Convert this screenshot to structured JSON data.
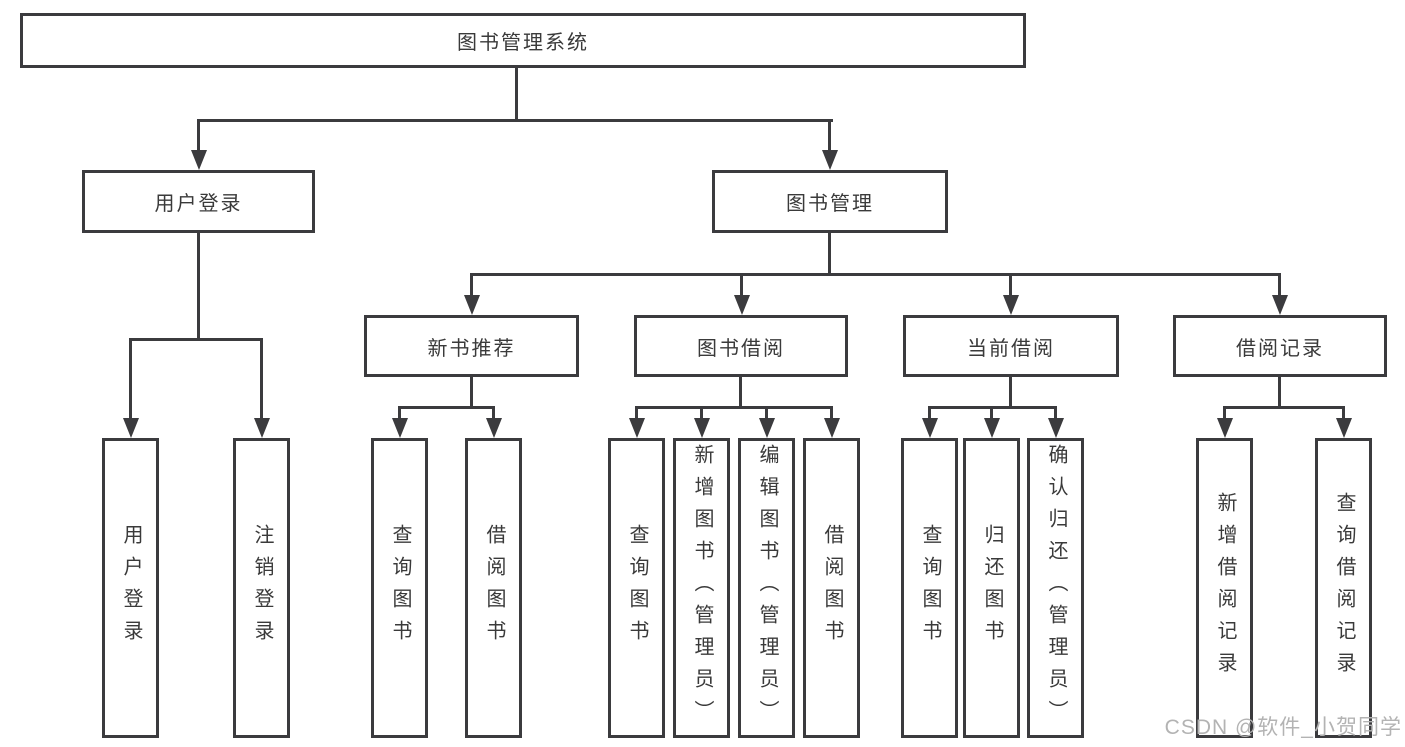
{
  "colors": {
    "line": "#3b3b3e",
    "text": "#3a3a3a",
    "watermark": "#b3b3b3",
    "background": "#ffffff"
  },
  "diagram": {
    "root": {
      "label": "图书管理系统"
    },
    "level2": [
      {
        "label": "用户登录"
      },
      {
        "label": "图书管理"
      }
    ],
    "level3": [
      {
        "label": "新书推荐"
      },
      {
        "label": "图书借阅"
      },
      {
        "label": "当前借阅"
      },
      {
        "label": "借阅记录"
      }
    ],
    "leaves": {
      "user_login": [
        {
          "label": "用户登录"
        },
        {
          "label": "注销登录"
        }
      ],
      "new_book_recommend": [
        {
          "label": "查询图书"
        },
        {
          "label": "借阅图书"
        }
      ],
      "book_borrow": [
        {
          "label": "查询图书"
        },
        {
          "label": "新增图书（管理员）"
        },
        {
          "label": "编辑图书（管理员）"
        },
        {
          "label": "借阅图书"
        }
      ],
      "current_borrow": [
        {
          "label": "查询图书"
        },
        {
          "label": "归还图书"
        },
        {
          "label": "确认归还（管理员）"
        }
      ],
      "borrow_record": [
        {
          "label": "新增借阅记录"
        },
        {
          "label": "查询借阅记录"
        }
      ]
    }
  },
  "watermark": {
    "text": "CSDN @软件_小贺同学"
  }
}
